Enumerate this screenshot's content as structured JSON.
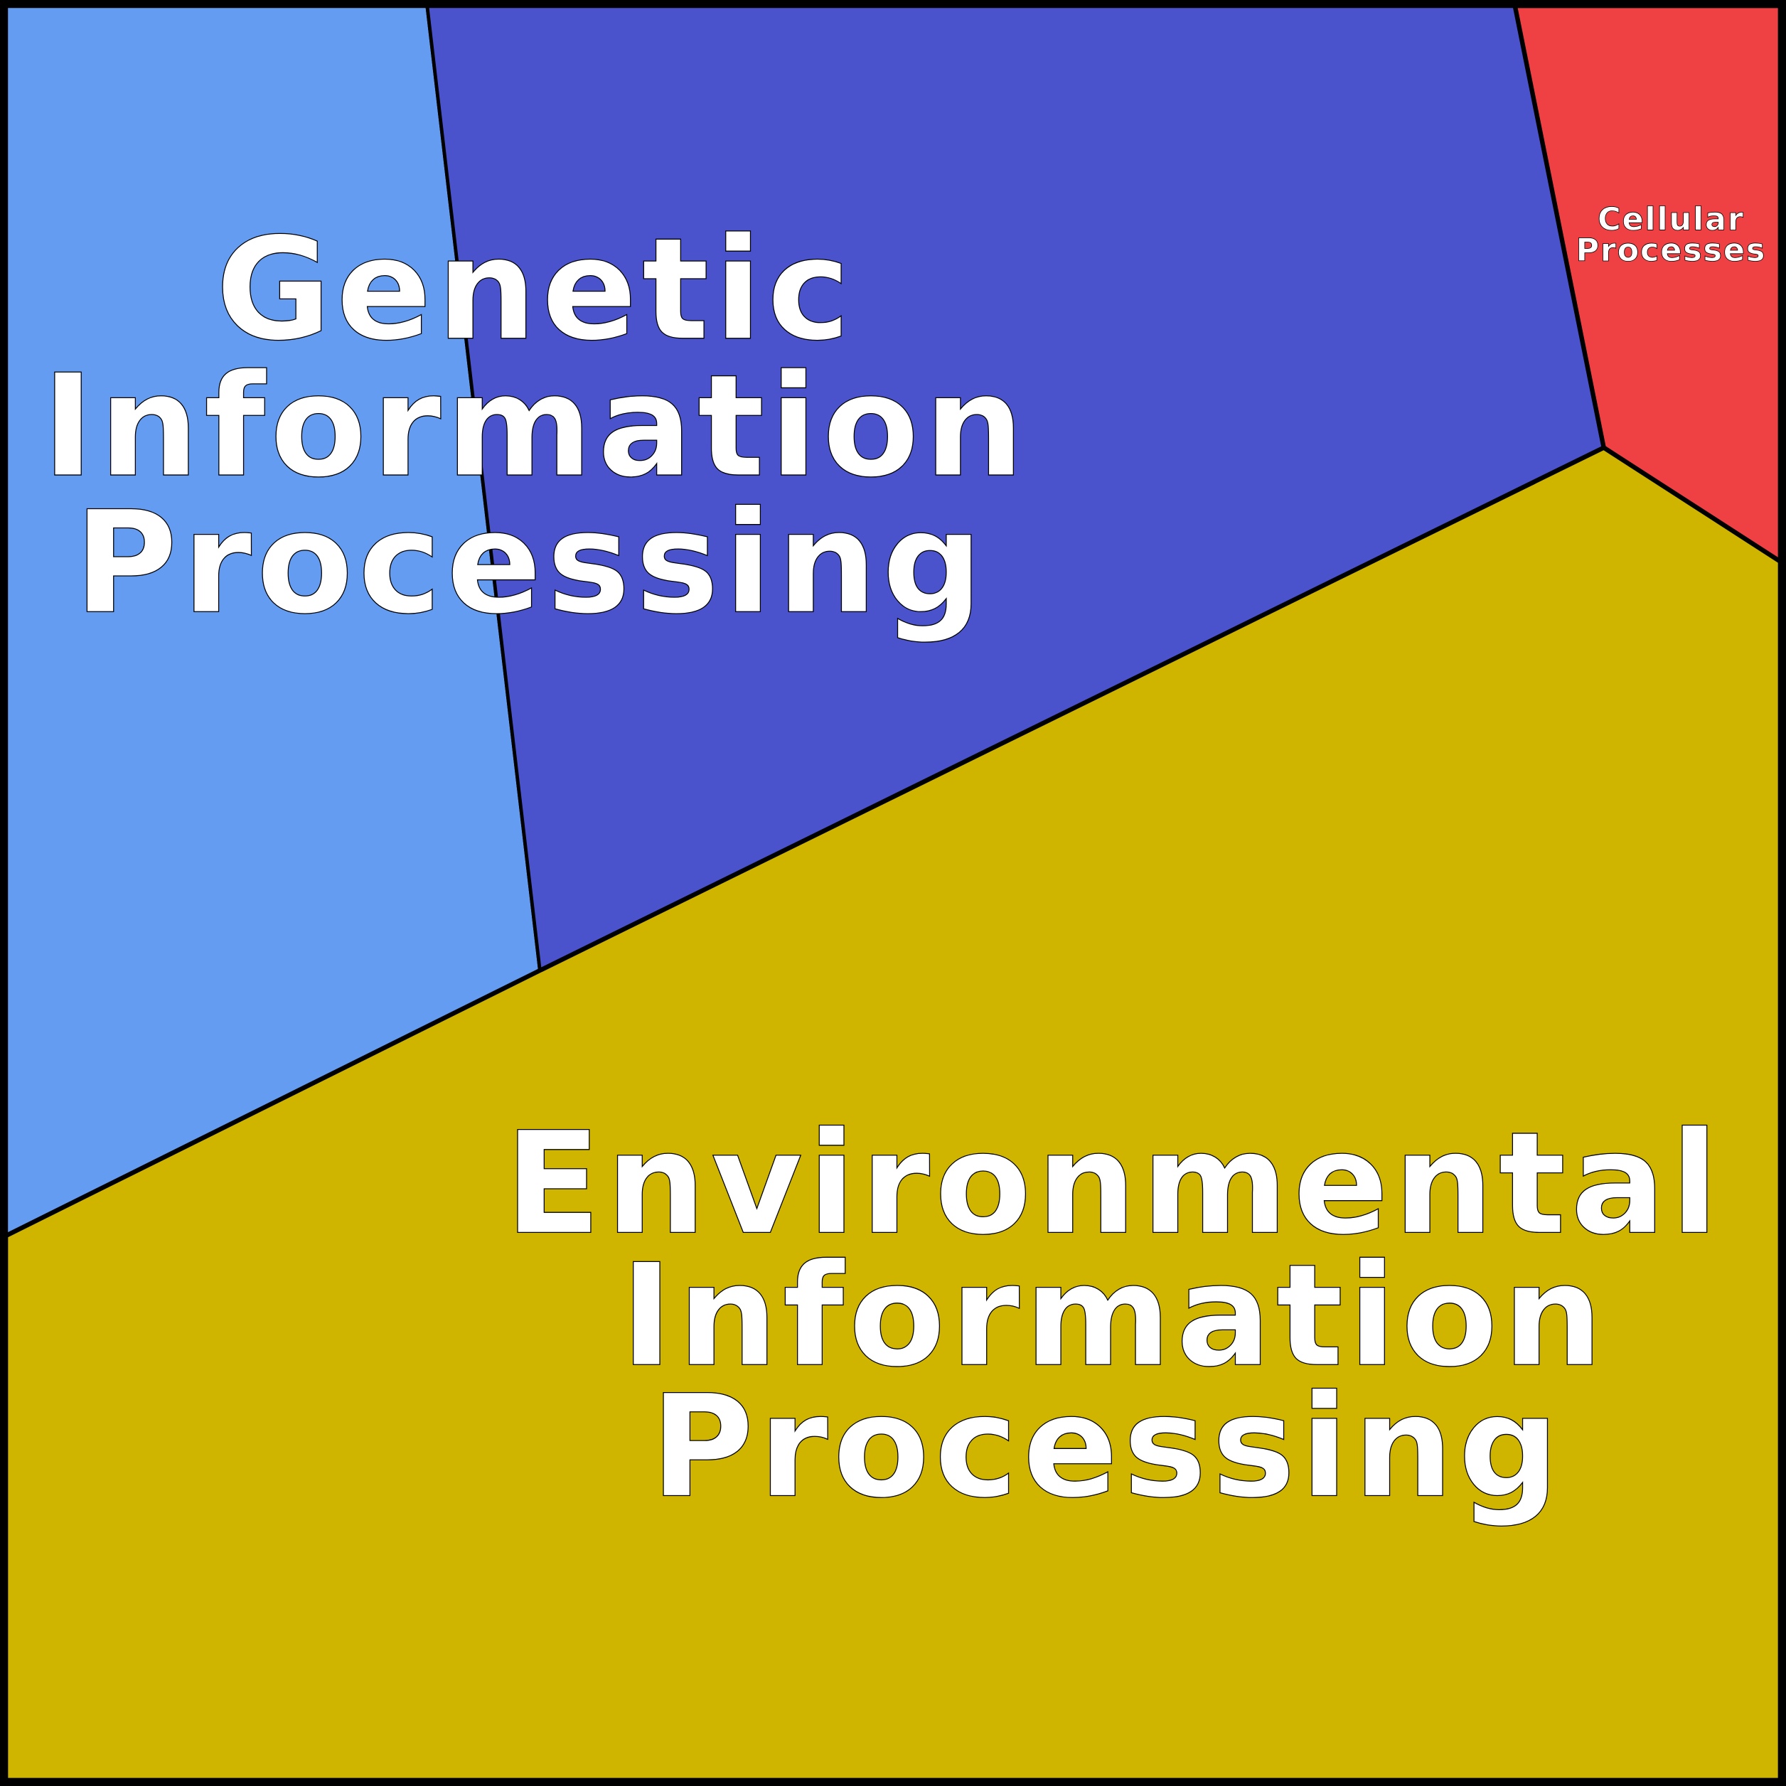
{
  "chart_data": {
    "type": "voronoi-treemap",
    "title": "",
    "cells": [
      {
        "name": "Genetic Information Processing (part 1)",
        "group": "Genetic Information Processing",
        "share_pct": 16.9,
        "color": "#649cf1"
      },
      {
        "name": "Genetic Information Processing (part 2)",
        "group": "Genetic Information Processing",
        "share_pct": 24.9,
        "color": "#4a53cc"
      },
      {
        "name": "Cellular Processes",
        "group": "Cellular Processes",
        "share_pct": 3.4,
        "color": "#ef4143"
      },
      {
        "name": "Environmental Information Processing",
        "group": "Environmental Information Processing",
        "share_pct": 54.8,
        "color": "#cfb500"
      }
    ],
    "labels": {
      "genetic": [
        "Genetic",
        "Information",
        "Processing"
      ],
      "environmental": [
        "Environmental",
        "Information",
        "Processing"
      ],
      "cellular": [
        "Cellular",
        "Processes"
      ]
    }
  }
}
